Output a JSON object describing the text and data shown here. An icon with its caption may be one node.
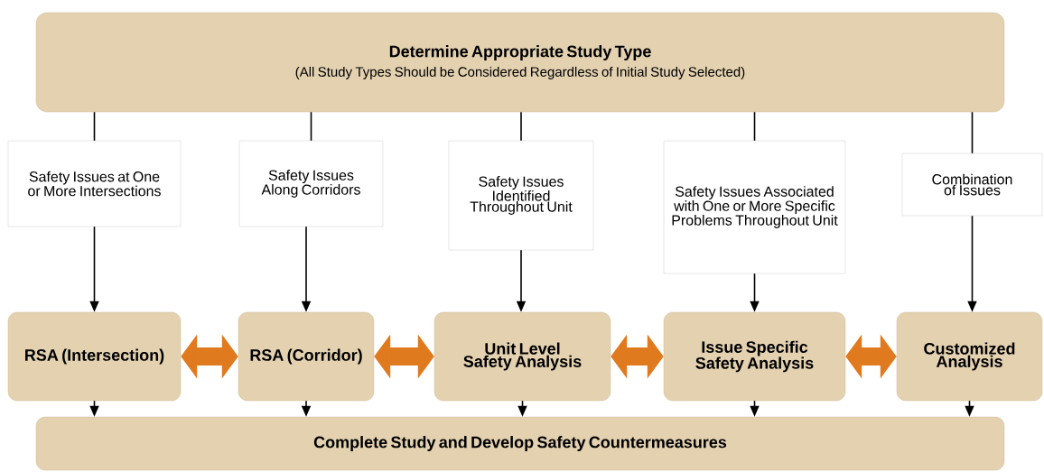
{
  "diagram": {
    "nodes": [
      {
        "text": [
          "Determine Appropriate Study Type",
          "(All Study Types Should be Considered Regardless of Initial Study Selected)"
        ]
      },
      {
        "text": [
          "Safety Issues at One or More Intersections"
        ]
      },
      {
        "text": [
          "Safety Issues Along Corridors"
        ]
      },
      {
        "text": [
          "Safety Issues Identified Throughout Unit"
        ]
      },
      {
        "text": [
          "Safety Issues Associated with One or More Specific Problems Throughout Unit"
        ]
      },
      {
        "text": [
          "Combination of Issues"
        ]
      },
      {
        "text": [
          "RSA (Intersection)"
        ]
      },
      {
        "text": [
          "RSA (Corridor)"
        ]
      },
      {
        "text": [
          "Unit Level Safety Analysis"
        ]
      },
      {
        "text": [
          "Issue Specific Safety Analysis"
        ]
      },
      {
        "text": [
          "Customized Analysis"
        ]
      },
      {
        "text": [
          "Complete Study and Develop Safety Countermeasures"
        ]
      }
    ],
    "edges": [
      {
        "from": 0,
        "to": 1,
        "arrow": "none"
      },
      {
        "from": 0,
        "to": 2,
        "arrow": "none"
      },
      {
        "from": 0,
        "to": 3,
        "arrow": "none"
      },
      {
        "from": 0,
        "to": 4,
        "arrow": "none"
      },
      {
        "from": 0,
        "to": 5,
        "arrow": "none"
      },
      {
        "from": 1,
        "to": 6,
        "arrow": "to"
      },
      {
        "from": 2,
        "to": 7,
        "arrow": "to"
      },
      {
        "from": 3,
        "to": 8,
        "arrow": "to"
      },
      {
        "from": 4,
        "to": 9,
        "arrow": "to"
      },
      {
        "from": 5,
        "to": 10,
        "arrow": "to"
      },
      {
        "from": 6,
        "to": 7,
        "arrow": "both",
        "style": "thick",
        "color": "#e07a1f"
      },
      {
        "from": 7,
        "to": 8,
        "arrow": "both",
        "style": "thick",
        "color": "#e07a1f"
      },
      {
        "from": 8,
        "to": 9,
        "arrow": "both",
        "style": "thick",
        "color": "#e07a1f"
      },
      {
        "from": 9,
        "to": 10,
        "arrow": "both",
        "style": "thick",
        "color": "#e07a1f"
      },
      {
        "from": 6,
        "to": 11,
        "arrow": "to"
      },
      {
        "from": 7,
        "to": 11,
        "arrow": "to"
      },
      {
        "from": 8,
        "to": 11,
        "arrow": "to"
      },
      {
        "from": 9,
        "to": 11,
        "arrow": "to"
      },
      {
        "from": 10,
        "to": 11,
        "arrow": "to"
      }
    ]
  }
}
